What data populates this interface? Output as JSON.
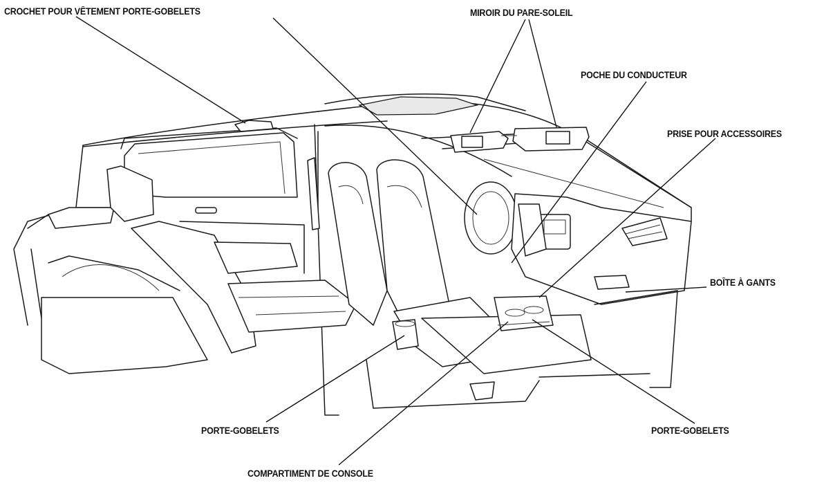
{
  "labels": {
    "coat_hook": "CROCHET POUR VÊTEMENT PORTE-GOBELETS",
    "sun_visor_mirror": "MIROIR DU PARE-SOLEIL",
    "driver_pocket": "POCHE DU CONDUCTEUR",
    "accessory_socket": "PRISE POUR ACCESSOIRES",
    "glove_box": "BOÎTE À GANTS",
    "cup_holder_rear": "PORTE-GOBELETS",
    "cup_holder_front": "PORTE-GOBELETS",
    "console_compartment": "COMPARTIMENT DE CONSOLE"
  }
}
